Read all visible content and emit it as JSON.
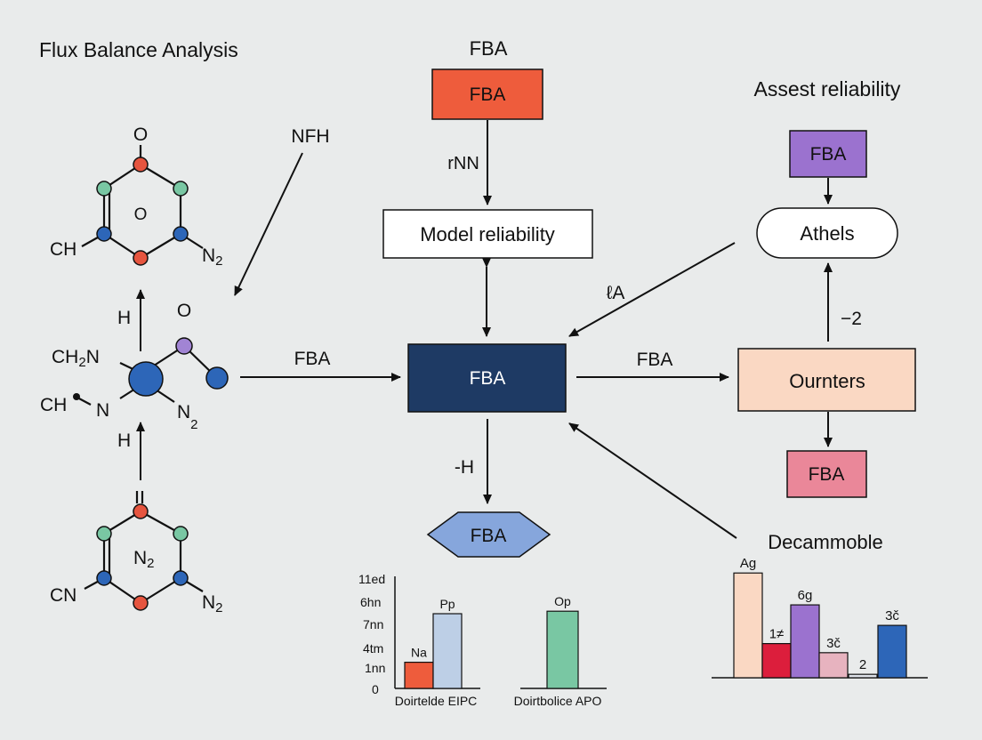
{
  "header": {
    "title": "Flux Balance Analysis",
    "center_label": "FBA",
    "right_title": "Assest reliability"
  },
  "colors": {
    "background": "#e9ebeb",
    "orange_red": "#ee5c3c",
    "navy": "#1e3a64",
    "purple": "#9b72cf",
    "peach": "#fad8c3",
    "pink": "#ea8799",
    "hex_blue": "#86a6dc",
    "node_red": "#e6553f",
    "node_green": "#79c7a3",
    "node_blue": "#2d66b8",
    "node_purple": "#a184d4"
  },
  "flow": {
    "top_box": "FBA",
    "arrow_top_label": "rNN",
    "model_box": "Model reliability",
    "center_box": "FBA",
    "left_arrow_label": "FBA",
    "right_arrow_label": "FBA",
    "bottom_arrow_label": "-H",
    "hexagon": "FBA",
    "diag_arrow_label": "ℓA",
    "nfh_label": "NFH"
  },
  "right_column": {
    "purple_box": "FBA",
    "pill_box": "Athels",
    "up_arrow_label": "−2",
    "peach_box": "Ournters",
    "pink_box": "FBA",
    "decammoble": "Decammoble"
  },
  "molecules": {
    "top_ring": {
      "top_o": "O",
      "center_o": "O",
      "left": "CH",
      "right": "N",
      "right_sub": "2"
    },
    "middle": {
      "h_top": "H",
      "o_top": "O",
      "ch2_ch": "CH",
      "ch2_sub": "2",
      "ch2_n": "N",
      "ch": "CH",
      "n_left": "N",
      "n2": "N",
      "n2_sub": "2",
      "h_bottom": "H"
    },
    "bottom_ring": {
      "center": "N",
      "center_sub": "2",
      "left": "CN",
      "right": "N",
      "right_sub": "2"
    }
  },
  "chart_data": [
    {
      "type": "bar",
      "y_tick_labels": [
        "11ed",
        "6hn",
        "7nn",
        "4tm",
        "1nn",
        "0"
      ],
      "categories": [
        "Na",
        "Pp"
      ],
      "values": [
        2.1,
        6.0
      ],
      "colors": [
        "#ee5c3c",
        "#bdcfe6"
      ],
      "xlabel": "Doirtelde EIPC"
    },
    {
      "type": "bar",
      "categories": [
        "Op"
      ],
      "values": [
        6.2
      ],
      "colors": [
        "#79c7a3"
      ],
      "xlabel": "Doirtbolice APO"
    },
    {
      "type": "bar",
      "categories": [
        "Ag",
        "1≠",
        "6g",
        "3č",
        "2",
        "3č"
      ],
      "values": [
        9.2,
        3.0,
        6.4,
        2.2,
        0.3,
        4.6
      ],
      "colors": [
        "#fad8c3",
        "#dc1e3c",
        "#9b72cf",
        "#e7b3bf",
        "#dfe3ea",
        "#2d66b8"
      ]
    }
  ]
}
